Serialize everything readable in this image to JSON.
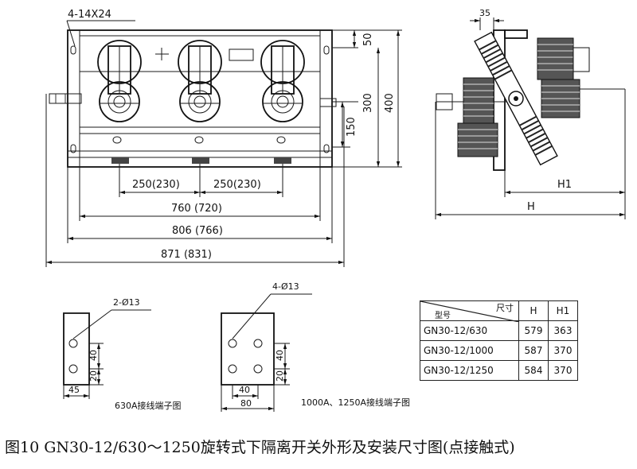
{
  "front_view": {
    "hole_spec": "4-14X24",
    "dim_50": "50",
    "dim_300": "300",
    "dim_400": "400",
    "dim_150": "150",
    "pitch_1": "250(230)",
    "pitch_2": "250(230)",
    "width_760": "760 (720)",
    "width_806": "806 (766)",
    "width_871": "871 (831)"
  },
  "side_view": {
    "dim_35": "35",
    "h1_label": "H1",
    "h_label": "H"
  },
  "terminal_630": {
    "hole_spec": "2-Ø13",
    "dim_40": "40",
    "dim_20": "20",
    "dim_45": "45",
    "label": "630A接线端子图"
  },
  "terminal_1000": {
    "hole_spec": "4-Ø13",
    "dim_40v": "40",
    "dim_20v": "20",
    "dim_40h": "40",
    "dim_80": "80",
    "label": "1000A、1250A接线端子图"
  },
  "table": {
    "header_model": "型号",
    "header_size": "尺寸",
    "header_h": "H",
    "header_h1": "H1",
    "rows": [
      {
        "model": "GN30-12/630",
        "h": "579",
        "h1": "363"
      },
      {
        "model": "GN30-12/1000",
        "h": "587",
        "h1": "370"
      },
      {
        "model": "GN30-12/1250",
        "h": "584",
        "h1": "370"
      }
    ]
  },
  "caption": "图10  GN30-12/630～1250旋转式下隔离开关外形及安装尺寸图(点接触式)"
}
